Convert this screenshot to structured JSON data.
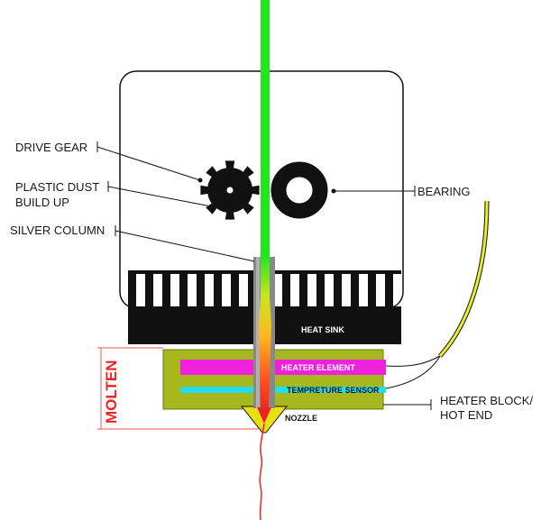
{
  "labels": {
    "drive_gear": "DRIVE GEAR",
    "plastic_dust_1": "PLASTIC DUST",
    "plastic_dust_2": "BUILD UP",
    "silver_column": "SILVER COLUMN",
    "bearing": "BEARING",
    "heat_sink": "HEAT SINK",
    "heater_element": "HEATER ELEMENT",
    "temp_sensor": "TEMPRETURE SENSOR",
    "heater_block_1": "HEATER BLOCK/",
    "heater_block_2": "HOT END",
    "nozzle": "NOZZLE",
    "molten": "MOLTEN"
  },
  "colors": {
    "filament": "#22e61e",
    "heater_element": "#ee22dd",
    "temp_sensor": "#22ddee",
    "heater_block": "#a6b81e",
    "wire": "#eeee22",
    "molten": "#ee2222",
    "outline": "#111111"
  }
}
